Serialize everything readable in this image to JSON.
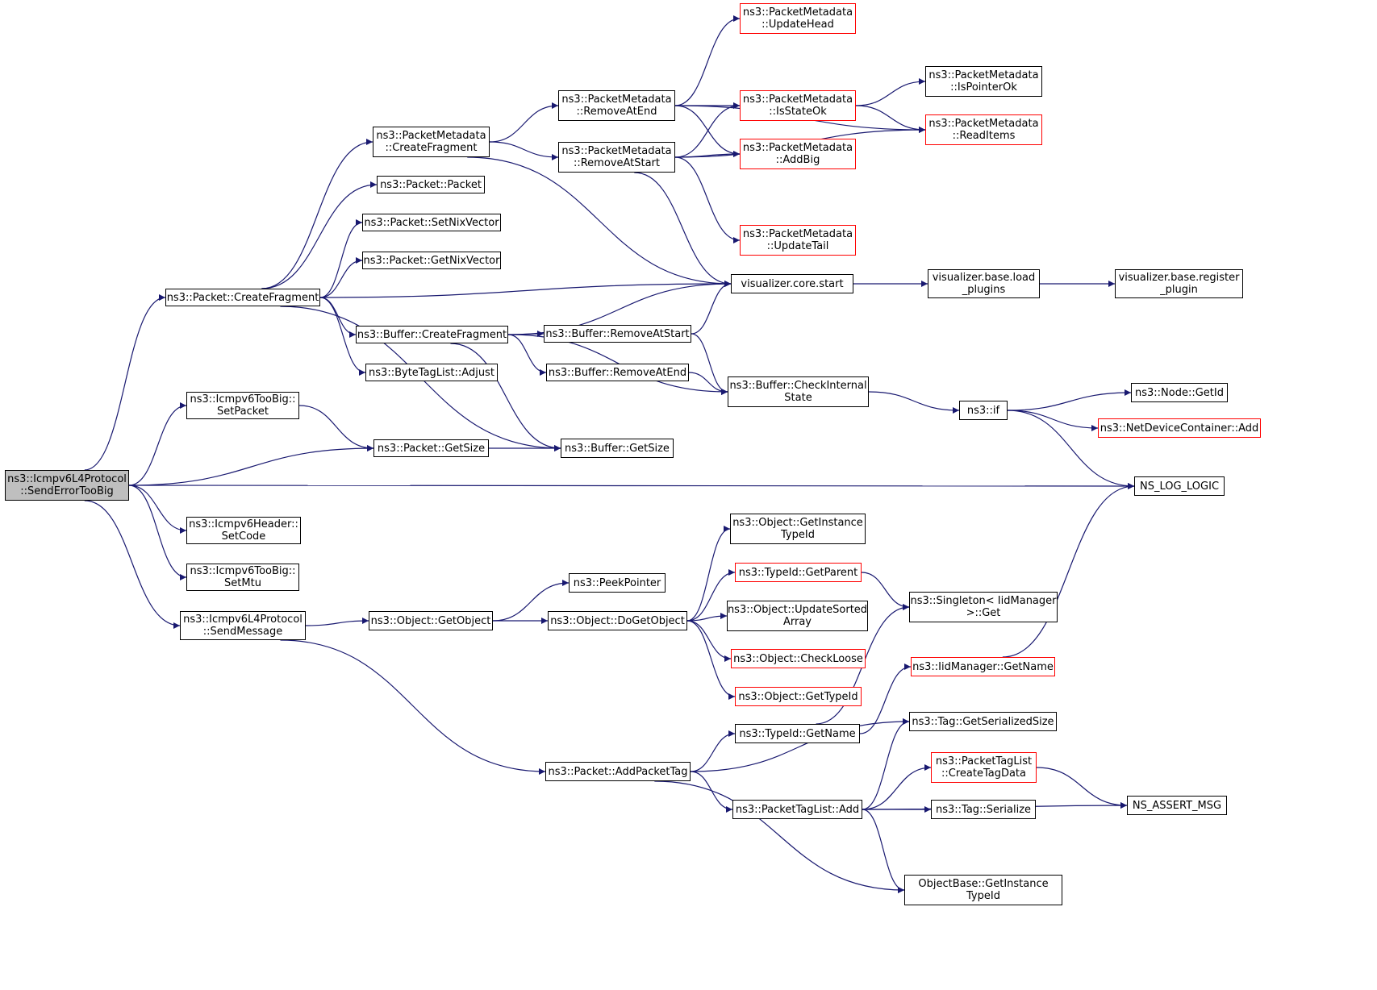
{
  "nodes": [
    {
      "id": "root",
      "lines": [
        "ns3::Icmpv6L4Protocol",
        "::SendErrorTooBig"
      ],
      "style": "root"
    },
    {
      "id": "pkt_createfrag",
      "lines": [
        "ns3::Packet::CreateFragment"
      ],
      "style": "normal"
    },
    {
      "id": "toobig_setpacket",
      "lines": [
        "ns3::Icmpv6TooBig::",
        "SetPacket"
      ],
      "style": "normal"
    },
    {
      "id": "pkt_getsize",
      "lines": [
        "ns3::Packet::GetSize"
      ],
      "style": "normal"
    },
    {
      "id": "nslog",
      "lines": [
        "NS_LOG_LOGIC"
      ],
      "style": "normal"
    },
    {
      "id": "hdr_setcode",
      "lines": [
        "ns3::Icmpv6Header::",
        "SetCode"
      ],
      "style": "normal"
    },
    {
      "id": "toobig_setmtu",
      "lines": [
        "ns3::Icmpv6TooBig::",
        "SetMtu"
      ],
      "style": "normal"
    },
    {
      "id": "sendmessage",
      "lines": [
        "ns3::Icmpv6L4Protocol",
        "::SendMessage"
      ],
      "style": "normal"
    },
    {
      "id": "pm_createfrag",
      "lines": [
        "ns3::PacketMetadata",
        "::CreateFragment"
      ],
      "style": "normal"
    },
    {
      "id": "pkt_packet",
      "lines": [
        "ns3::Packet::Packet"
      ],
      "style": "normal"
    },
    {
      "id": "pkt_setnix",
      "lines": [
        "ns3::Packet::SetNixVector"
      ],
      "style": "normal"
    },
    {
      "id": "pkt_getnix",
      "lines": [
        "ns3::Packet::GetNixVector"
      ],
      "style": "normal"
    },
    {
      "id": "buf_createfrag",
      "lines": [
        "ns3::Buffer::CreateFragment"
      ],
      "style": "normal"
    },
    {
      "id": "btl_adjust",
      "lines": [
        "ns3::ByteTagList::Adjust"
      ],
      "style": "normal"
    },
    {
      "id": "pm_removeatend",
      "lines": [
        "ns3::PacketMetadata",
        "::RemoveAtEnd"
      ],
      "style": "normal"
    },
    {
      "id": "pm_removeatstart",
      "lines": [
        "ns3::PacketMetadata",
        "::RemoveAtStart"
      ],
      "style": "normal"
    },
    {
      "id": "pm_updatehead",
      "lines": [
        "ns3::PacketMetadata",
        "::UpdateHead"
      ],
      "style": "red"
    },
    {
      "id": "pm_isstateok",
      "lines": [
        "ns3::PacketMetadata",
        "::IsStateOk"
      ],
      "style": "red"
    },
    {
      "id": "pm_addbig",
      "lines": [
        "ns3::PacketMetadata",
        "::AddBig"
      ],
      "style": "red"
    },
    {
      "id": "pm_updatetail",
      "lines": [
        "ns3::PacketMetadata",
        "::UpdateTail"
      ],
      "style": "red"
    },
    {
      "id": "pm_ispointerok",
      "lines": [
        "ns3::PacketMetadata",
        "::IsPointerOk"
      ],
      "style": "normal"
    },
    {
      "id": "pm_readitems",
      "lines": [
        "ns3::PacketMetadata",
        "::ReadItems"
      ],
      "style": "red"
    },
    {
      "id": "viz_start",
      "lines": [
        "visualizer.core.start"
      ],
      "style": "normal"
    },
    {
      "id": "viz_load",
      "lines": [
        "visualizer.base.load",
        "_plugins"
      ],
      "style": "normal"
    },
    {
      "id": "viz_register",
      "lines": [
        "visualizer.base.register",
        "_plugin"
      ],
      "style": "normal"
    },
    {
      "id": "buf_removeatstart",
      "lines": [
        "ns3::Buffer::RemoveAtStart"
      ],
      "style": "normal"
    },
    {
      "id": "buf_removeatend",
      "lines": [
        "ns3::Buffer::RemoveAtEnd"
      ],
      "style": "normal"
    },
    {
      "id": "buf_checkinternal",
      "lines": [
        "ns3::Buffer::CheckInternal",
        "State"
      ],
      "style": "normal"
    },
    {
      "id": "buf_getsize",
      "lines": [
        "ns3::Buffer::GetSize"
      ],
      "style": "normal"
    },
    {
      "id": "ns3_if",
      "lines": [
        "ns3::if"
      ],
      "style": "normal"
    },
    {
      "id": "node_getid",
      "lines": [
        "ns3::Node::GetId"
      ],
      "style": "normal"
    },
    {
      "id": "ndc_add",
      "lines": [
        "ns3::NetDeviceContainer::Add"
      ],
      "style": "red"
    },
    {
      "id": "obj_getobject",
      "lines": [
        "ns3::Object::GetObject"
      ],
      "style": "normal"
    },
    {
      "id": "peekpointer",
      "lines": [
        "ns3::PeekPointer"
      ],
      "style": "normal"
    },
    {
      "id": "obj_dogetobject",
      "lines": [
        "ns3::Object::DoGetObject"
      ],
      "style": "normal"
    },
    {
      "id": "obj_getinstancetypeid",
      "lines": [
        "ns3::Object::GetInstance",
        "TypeId"
      ],
      "style": "normal"
    },
    {
      "id": "typeid_getparent",
      "lines": [
        "ns3::TypeId::GetParent"
      ],
      "style": "red"
    },
    {
      "id": "obj_updatesorted",
      "lines": [
        "ns3::Object::UpdateSorted",
        "Array"
      ],
      "style": "normal"
    },
    {
      "id": "obj_checkloose",
      "lines": [
        "ns3::Object::CheckLoose"
      ],
      "style": "red"
    },
    {
      "id": "obj_gettypeid",
      "lines": [
        "ns3::Object::GetTypeId"
      ],
      "style": "red"
    },
    {
      "id": "singleton_get",
      "lines": [
        "ns3::Singleton< IidManager",
        ">::Get"
      ],
      "style": "normal"
    },
    {
      "id": "iid_getname",
      "lines": [
        "ns3::IidManager::GetName"
      ],
      "style": "red"
    },
    {
      "id": "typeid_getname",
      "lines": [
        "ns3::TypeId::GetName"
      ],
      "style": "normal"
    },
    {
      "id": "pkt_addpackettag",
      "lines": [
        "ns3::Packet::AddPacketTag"
      ],
      "style": "normal"
    },
    {
      "id": "tag_getserialized",
      "lines": [
        "ns3::Tag::GetSerializedSize"
      ],
      "style": "normal"
    },
    {
      "id": "ptl_createtagdata",
      "lines": [
        "ns3::PacketTagList",
        "::CreateTagData"
      ],
      "style": "red"
    },
    {
      "id": "ptl_add",
      "lines": [
        "ns3::PacketTagList::Add"
      ],
      "style": "normal"
    },
    {
      "id": "tag_serialize",
      "lines": [
        "ns3::Tag::Serialize"
      ],
      "style": "normal"
    },
    {
      "id": "nsassert",
      "lines": [
        "NS_ASSERT_MSG"
      ],
      "style": "normal"
    },
    {
      "id": "ob_getinstancetypeid",
      "lines": [
        "ObjectBase::GetInstance",
        "TypeId"
      ],
      "style": "normal"
    }
  ],
  "edges": [
    [
      "root",
      "pkt_createfrag"
    ],
    [
      "root",
      "toobig_setpacket"
    ],
    [
      "root",
      "pkt_getsize"
    ],
    [
      "root",
      "nslog"
    ],
    [
      "root",
      "hdr_setcode"
    ],
    [
      "root",
      "toobig_setmtu"
    ],
    [
      "root",
      "sendmessage"
    ],
    [
      "pkt_createfrag",
      "pm_createfrag"
    ],
    [
      "pkt_createfrag",
      "pkt_packet"
    ],
    [
      "pkt_createfrag",
      "pkt_setnix"
    ],
    [
      "pkt_createfrag",
      "pkt_getnix"
    ],
    [
      "pkt_createfrag",
      "viz_start"
    ],
    [
      "pkt_createfrag",
      "buf_createfrag"
    ],
    [
      "pkt_createfrag",
      "btl_adjust"
    ],
    [
      "pkt_createfrag",
      "buf_getsize"
    ],
    [
      "toobig_setpacket",
      "pkt_getsize"
    ],
    [
      "pkt_getsize",
      "buf_getsize"
    ],
    [
      "pm_createfrag",
      "pm_removeatend"
    ],
    [
      "pm_createfrag",
      "pm_removeatstart"
    ],
    [
      "pm_createfrag",
      "viz_start"
    ],
    [
      "pm_removeatend",
      "pm_updatehead"
    ],
    [
      "pm_removeatend",
      "pm_isstateok"
    ],
    [
      "pm_removeatend",
      "pm_addbig"
    ],
    [
      "pm_removeatend",
      "pm_readitems"
    ],
    [
      "pm_removeatstart",
      "pm_isstateok"
    ],
    [
      "pm_removeatstart",
      "pm_addbig"
    ],
    [
      "pm_removeatstart",
      "pm_readitems"
    ],
    [
      "pm_removeatstart",
      "pm_updatetail"
    ],
    [
      "pm_removeatstart",
      "viz_start"
    ],
    [
      "pm_isstateok",
      "pm_ispointerok"
    ],
    [
      "pm_isstateok",
      "pm_readitems"
    ],
    [
      "viz_start",
      "viz_load"
    ],
    [
      "viz_load",
      "viz_register"
    ],
    [
      "buf_createfrag",
      "viz_start"
    ],
    [
      "buf_createfrag",
      "buf_removeatstart"
    ],
    [
      "buf_createfrag",
      "buf_removeatend"
    ],
    [
      "buf_createfrag",
      "buf_checkinternal"
    ],
    [
      "buf_createfrag",
      "buf_getsize"
    ],
    [
      "buf_removeatstart",
      "viz_start"
    ],
    [
      "buf_removeatstart",
      "buf_checkinternal"
    ],
    [
      "buf_removeatend",
      "buf_checkinternal"
    ],
    [
      "buf_checkinternal",
      "ns3_if"
    ],
    [
      "ns3_if",
      "node_getid"
    ],
    [
      "ns3_if",
      "ndc_add"
    ],
    [
      "ns3_if",
      "nslog"
    ],
    [
      "sendmessage",
      "obj_getobject"
    ],
    [
      "sendmessage",
      "pkt_addpackettag"
    ],
    [
      "obj_getobject",
      "peekpointer"
    ],
    [
      "obj_getobject",
      "obj_dogetobject"
    ],
    [
      "obj_dogetobject",
      "obj_getinstancetypeid"
    ],
    [
      "obj_dogetobject",
      "typeid_getparent"
    ],
    [
      "obj_dogetobject",
      "obj_updatesorted"
    ],
    [
      "obj_dogetobject",
      "obj_checkloose"
    ],
    [
      "obj_dogetobject",
      "obj_gettypeid"
    ],
    [
      "typeid_getparent",
      "singleton_get"
    ],
    [
      "iid_getname",
      "nslog"
    ],
    [
      "typeid_getname",
      "singleton_get"
    ],
    [
      "typeid_getname",
      "iid_getname"
    ],
    [
      "pkt_addpackettag",
      "typeid_getname"
    ],
    [
      "pkt_addpackettag",
      "tag_getserialized"
    ],
    [
      "pkt_addpackettag",
      "ptl_add"
    ],
    [
      "pkt_addpackettag",
      "ob_getinstancetypeid"
    ],
    [
      "ptl_add",
      "tag_getserialized"
    ],
    [
      "ptl_add",
      "ptl_createtagdata"
    ],
    [
      "ptl_add",
      "tag_serialize"
    ],
    [
      "ptl_add",
      "nsassert"
    ],
    [
      "ptl_add",
      "ob_getinstancetypeid"
    ],
    [
      "ptl_createtagdata",
      "nsassert"
    ]
  ],
  "colors": {
    "edge": "#191970",
    "red_border": "#ff0000",
    "root_fill": "#bfbfbf"
  }
}
